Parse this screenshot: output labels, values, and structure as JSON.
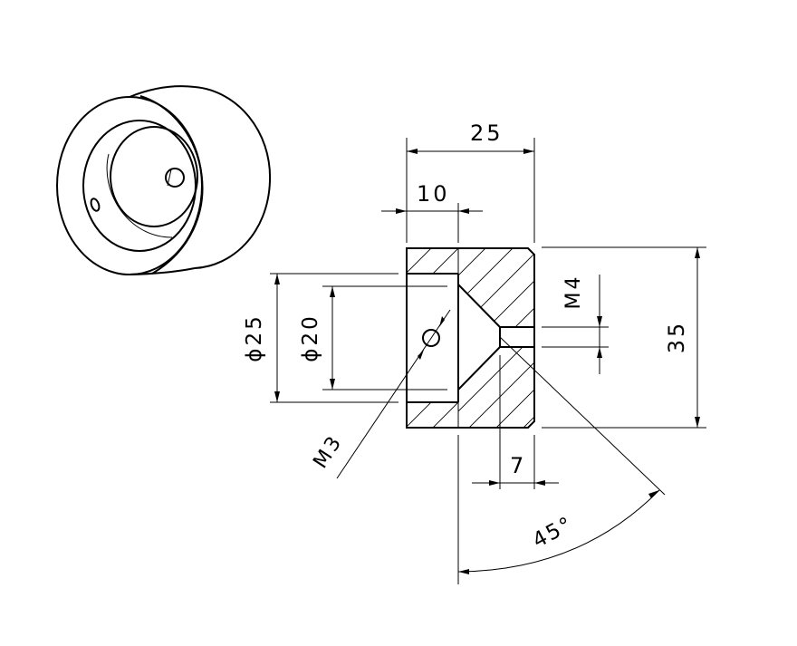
{
  "dimensions": {
    "width_total": "25",
    "width_bore": "10",
    "height_total": "35",
    "thread_side": "M4",
    "diameter_outer": "ϕ25",
    "diameter_bore": "ϕ20",
    "thread_cross": "M3",
    "hole_depth": "7",
    "angle": "45°"
  }
}
